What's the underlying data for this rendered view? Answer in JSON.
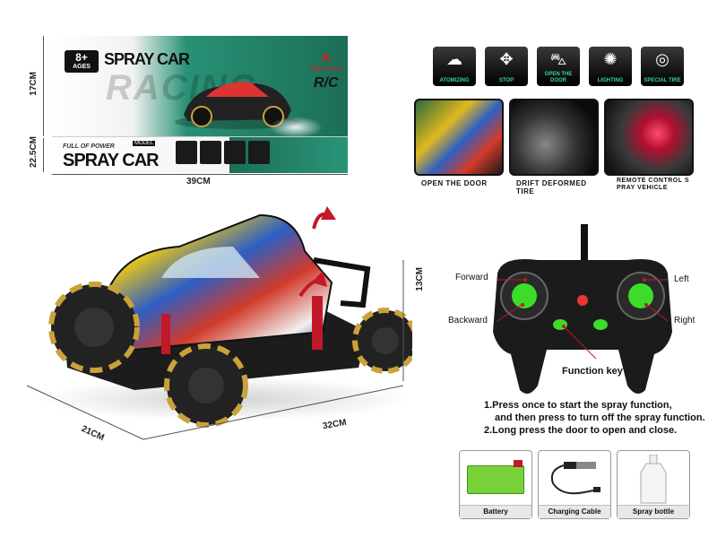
{
  "box": {
    "age": "8+",
    "age_sub": "AGES",
    "top_title": "SPRAY CAR",
    "background_word": "RACING",
    "brand": "XDH TOYS",
    "rc_logo": "R/C",
    "tagline": "FULL OF POWER",
    "model_tag": "MODEL",
    "front_title": "SPRAY CAR",
    "dim_height": "17CM",
    "dim_depth": "22.5CM",
    "dim_width": "39CM"
  },
  "features": [
    {
      "label": "ATOMIZING",
      "icon": "smoke-icon"
    },
    {
      "label": "STOP",
      "icon": "arrows-icon"
    },
    {
      "label": "OPEN THE DOOR",
      "icon": "car-door-icon"
    },
    {
      "label": "LIGHTING",
      "icon": "bulb-icon"
    },
    {
      "label": "SPECIAL TIRE",
      "icon": "tire-icon"
    }
  ],
  "photos": [
    {
      "caption": "OPEN THE DOOR"
    },
    {
      "caption": "DRIFT DEFORMED TIRE"
    },
    {
      "caption": "REMOTE CONTROL S PRAY VEHICLE"
    }
  ],
  "car": {
    "dim_height": "13CM",
    "dim_depth": "21CM",
    "dim_length": "32CM"
  },
  "remote": {
    "forward": "Forward",
    "backward": "Backward",
    "left": "Left",
    "right": "Right",
    "function_key": "Function key"
  },
  "instructions": {
    "line1": "1.Press once to start the spray function,",
    "line2": "and then press to turn off the spray function.",
    "line3": "2.Long press the door to open and close."
  },
  "accessories": [
    {
      "label": "Battery"
    },
    {
      "label": "Charging Cable"
    },
    {
      "label": "Spray bottle"
    }
  ],
  "colors": {
    "box_green": "#1f7d63",
    "accent_green": "#34d1a8",
    "remote_green": "#3ddc2a",
    "dark": "#111111"
  }
}
